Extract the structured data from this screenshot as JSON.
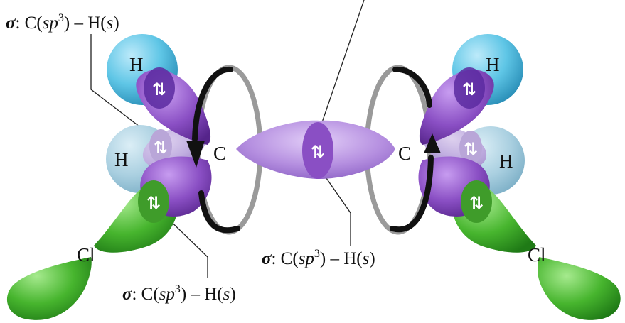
{
  "labels": {
    "sigma_top": {
      "sym": "σ",
      "pre": ": C(",
      "orb1": "sp",
      "sup": "3",
      "mid": ") – H(",
      "orb2": "s",
      "post": ")"
    },
    "sigma_center": {
      "sym": "σ",
      "pre": ": C(",
      "orb1": "sp",
      "sup": "3",
      "mid": ") – H(",
      "orb2": "s",
      "post": ")"
    },
    "sigma_bottom": {
      "sym": "σ",
      "pre": ": C(",
      "orb1": "sp",
      "sup": "3",
      "mid": ") – H(",
      "orb2": "s",
      "post": ")"
    }
  },
  "atoms": {
    "h_top_left": "H",
    "h_mid_left": "H",
    "c_left": "C",
    "c_right": "C",
    "h_top_right": "H",
    "h_mid_right": "H",
    "cl_left": "Cl",
    "cl_right": "Cl"
  },
  "electron_pair": "⇅",
  "colors": {
    "hydrogen": "#5fc6e6",
    "carbon_lobe": "#8a4fc4",
    "sigma_cc": "#b58fe0",
    "chlorine": "#47b52e",
    "rotation_arrow": "#111111",
    "rotation_ring": "#9a9a9a"
  }
}
